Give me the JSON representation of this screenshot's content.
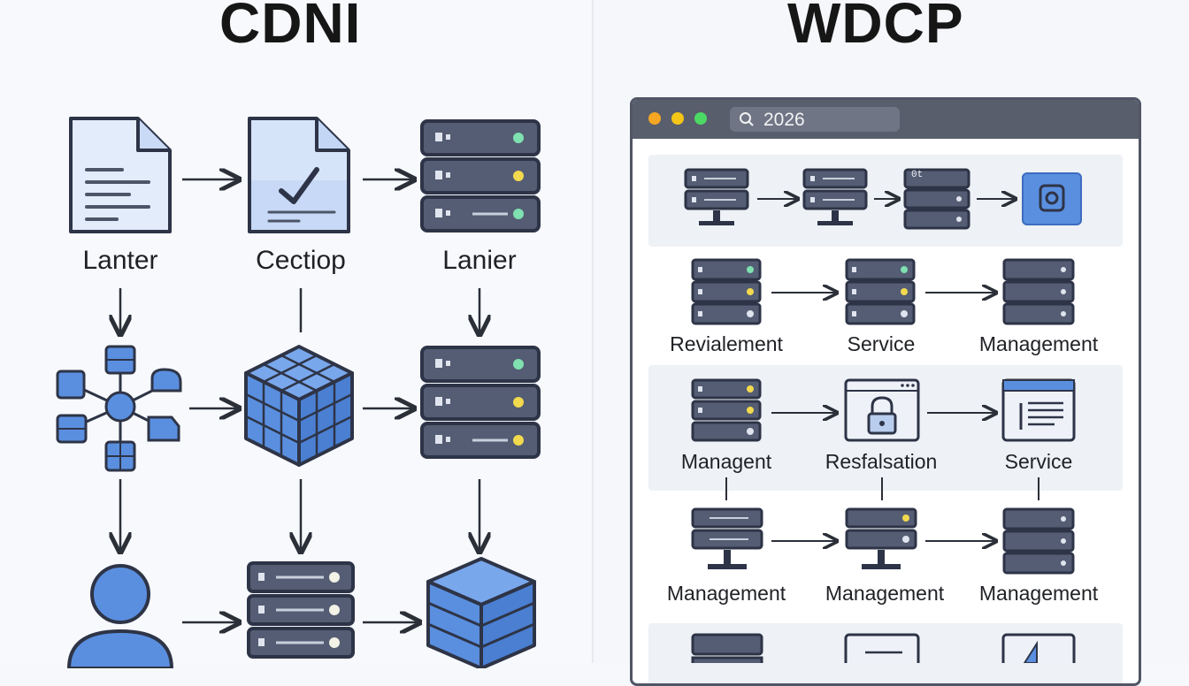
{
  "left": {
    "title": "CDNI",
    "labels": [
      "Lanter",
      "Cectiop",
      "Lanier"
    ]
  },
  "right": {
    "title": "WDCP",
    "browser": {
      "search_text": "2026",
      "window_dot_colors": [
        "#f5a623",
        "#f5c518",
        "#4cd964"
      ]
    },
    "row1_tag": "0t",
    "rows": [
      {
        "labels": [
          "Revialement",
          "Service",
          "Management"
        ]
      },
      {
        "labels": [
          "Managent",
          "Resfalsation",
          "Service"
        ]
      },
      {
        "labels": [
          "Management",
          "Management",
          "Management"
        ]
      }
    ]
  },
  "colors": {
    "server_body": "#545d73",
    "server_outline": "#2e3447",
    "doc_fill": "#dbe8fb",
    "accent_blue": "#5a8fe0",
    "led_green": "#7fe0b0",
    "led_yellow": "#f2d94e"
  }
}
